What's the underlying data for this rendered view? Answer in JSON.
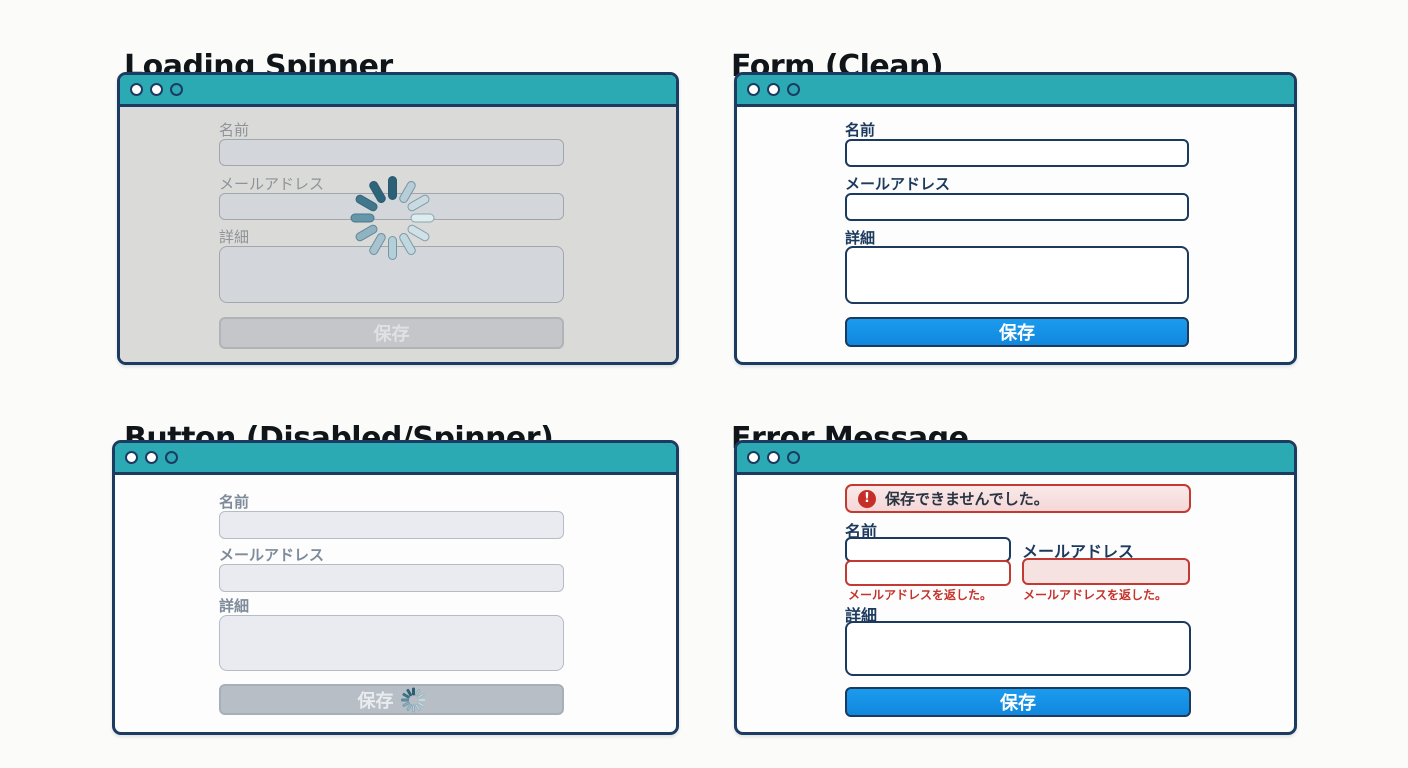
{
  "colors": {
    "titlebar_teal": "#2caab3",
    "window_border_navy": "#1d3b61",
    "accent_blue": "#1590e6",
    "error_red": "#c23a31",
    "error_bg_pink": "#f7e2e2",
    "disabled_gray": "#c4c6c9",
    "label_navy": "#1c3a5e"
  },
  "spinner": {
    "blade_colors": [
      "#2c6077",
      "#b7cdd7",
      "#c9dae1",
      "#ddecef",
      "#d0e1e7",
      "#c2d8df",
      "#b5cfd8",
      "#a6c3cf",
      "#90b3c2",
      "#6696aa",
      "#41768d",
      "#2e647a"
    ]
  },
  "panels": {
    "loading": {
      "title": "Loading Spinner",
      "labels": {
        "name": "名前",
        "email": "メールアドレス",
        "details": "詳細"
      },
      "save_label": "保存"
    },
    "clean": {
      "title": "Form (Clean)",
      "labels": {
        "name": "名前",
        "email": "メールアドレス",
        "details": "詳細"
      },
      "save_label": "保存"
    },
    "disabled": {
      "title": "Button (Disabled/Spinner)",
      "labels": {
        "name": "名前",
        "email": "メールアドレス",
        "details": "詳細"
      },
      "save_label": "保存"
    },
    "error": {
      "title": "Error Message",
      "banner": {
        "icon": "!",
        "text": "保存できませんでした。"
      },
      "labels": {
        "name": "名前",
        "email": "メールアドレス",
        "details": "詳細"
      },
      "field_errors": {
        "name": "メールアドレスを返した。",
        "email": "メールアドレスを返した。"
      },
      "save_label": "保存"
    }
  }
}
